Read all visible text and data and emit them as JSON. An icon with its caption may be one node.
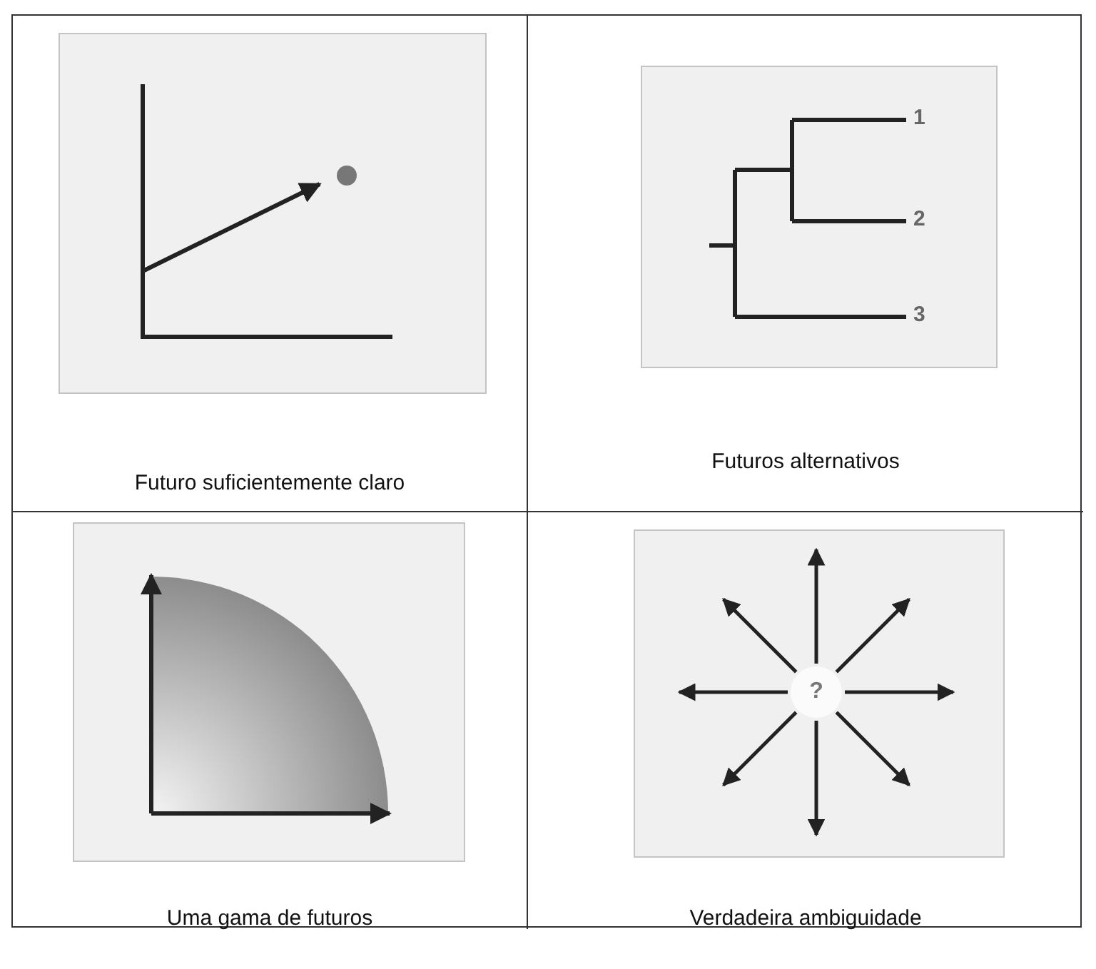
{
  "diagram": {
    "nodes": [
      {
        "text": [
          "Futuro suficientemente claro"
        ]
      },
      {
        "text": [
          "Futuros alternativos"
        ]
      },
      {
        "text": [
          "Uma gama de futuros"
        ]
      },
      {
        "text": [
          "Verdadeira ambiguidade"
        ]
      },
      {
        "text": [
          "?"
        ],
        "in": 3
      }
    ],
    "edges": [
      {
        "from": 4,
        "to": null,
        "arrow": "to"
      },
      {
        "from": 4,
        "to": null,
        "arrow": "to"
      },
      {
        "from": 4,
        "to": null,
        "arrow": "to"
      },
      {
        "from": 4,
        "to": null,
        "arrow": "to"
      },
      {
        "from": 4,
        "to": null,
        "arrow": "to"
      },
      {
        "from": 4,
        "to": null,
        "arrow": "to"
      },
      {
        "from": 4,
        "to": null,
        "arrow": "to"
      },
      {
        "from": 4,
        "to": null,
        "arrow": "to"
      }
    ],
    "labels": [
      "1",
      "2",
      "3"
    ]
  }
}
